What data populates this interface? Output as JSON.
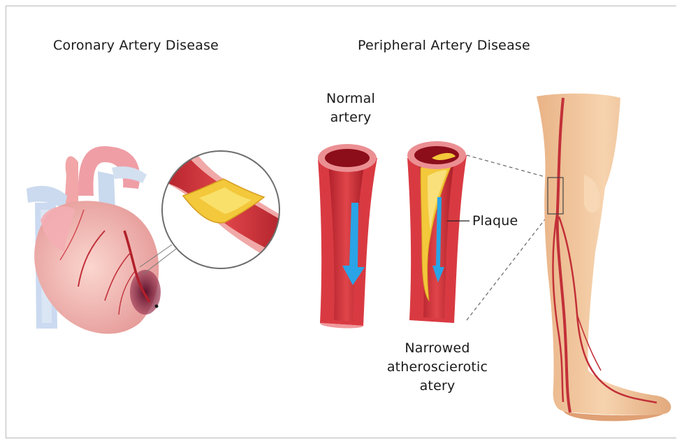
{
  "titles": {
    "coronary": "Coronary Artery Disease",
    "peripheral": "Peripheral Artery Disease"
  },
  "labels": {
    "normal_line1": "Normal",
    "normal_line2": "artery",
    "plaque": "Plaque",
    "narrowed_line1": "Narrowed",
    "narrowed_line2": "atheroscierotic",
    "narrowed_line3": "atery"
  },
  "colors": {
    "artery_red": "#c62a2f",
    "artery_wall": "#e88a8c",
    "plaque_yellow": "#f3c83b",
    "flow_blue": "#2aa4e6",
    "heart_pink": "#f2b8b4",
    "skin": "#f2c9a0"
  }
}
